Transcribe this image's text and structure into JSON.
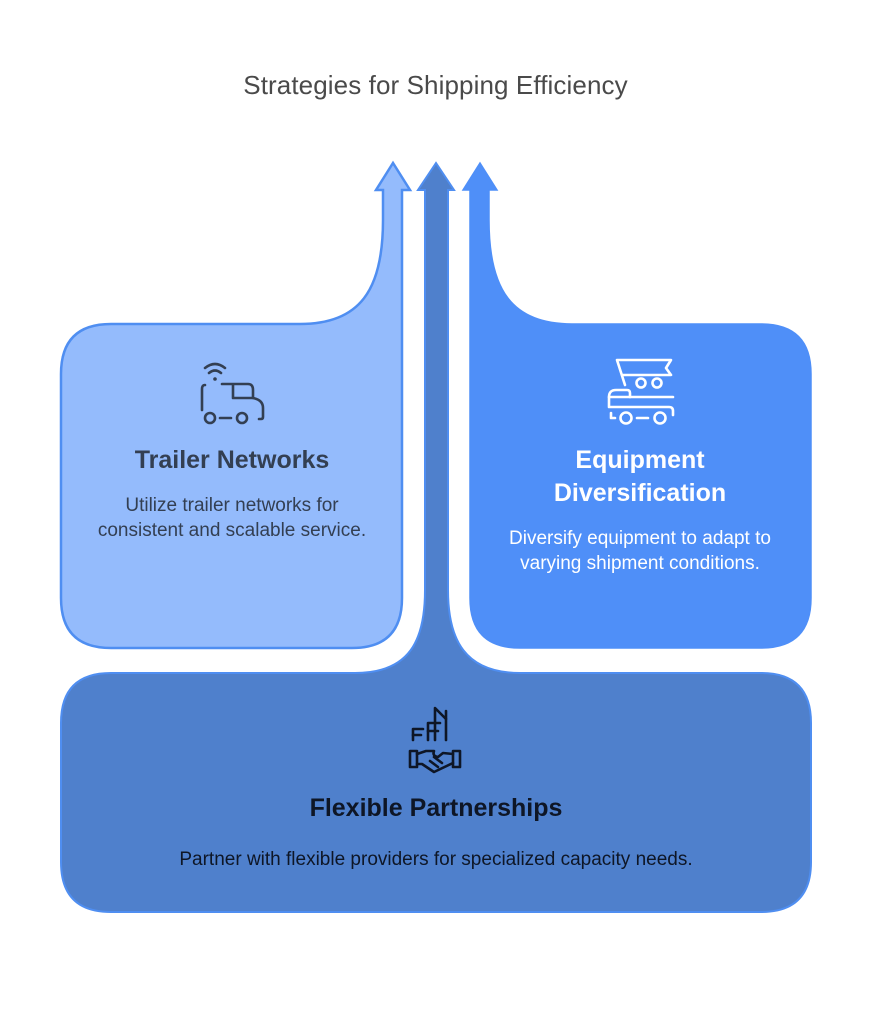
{
  "title": "Strategies for Shipping Efficiency",
  "colors": {
    "left_fill": "#94BBFC",
    "left_stroke": "#4F8EF1",
    "right_fill": "#4F8FF8",
    "right_stroke": "#4F8FF8",
    "center_fill": "#4F80CC",
    "center_stroke": "#4F8EF1",
    "text_dark": "#333F52",
    "text_white": "#FFFFFF",
    "text_black": "#0E1626"
  },
  "cards": {
    "left": {
      "icon": "wireless-truck-icon",
      "title": "Trailer Networks",
      "description": "Utilize trailer networks for consistent and scalable service."
    },
    "right": {
      "icon": "flag-truck-icon",
      "title": "Equipment Diversification",
      "description": "Diversify equipment to adapt to varying shipment conditions."
    },
    "bottom": {
      "icon": "handshake-buildings-icon",
      "title": "Flexible Partnerships",
      "description": "Partner with flexible providers for specialized capacity needs."
    }
  }
}
